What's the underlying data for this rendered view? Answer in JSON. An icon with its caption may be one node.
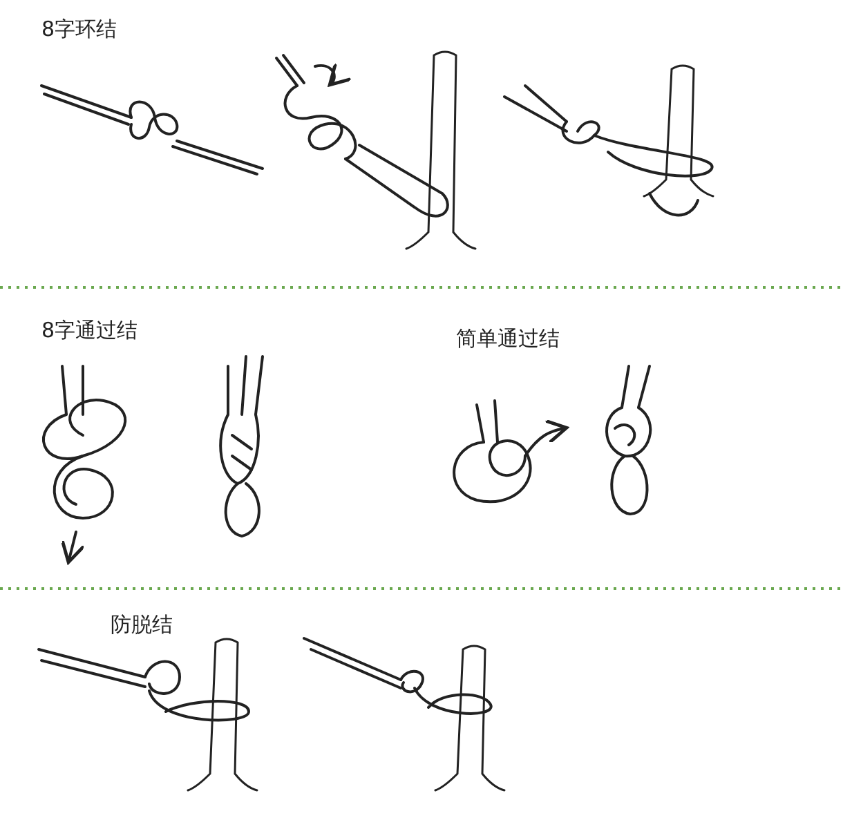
{
  "diagram": {
    "labels": [
      "8字环结",
      "8字通过结",
      "简单通过结",
      "防脱结"
    ]
  }
}
